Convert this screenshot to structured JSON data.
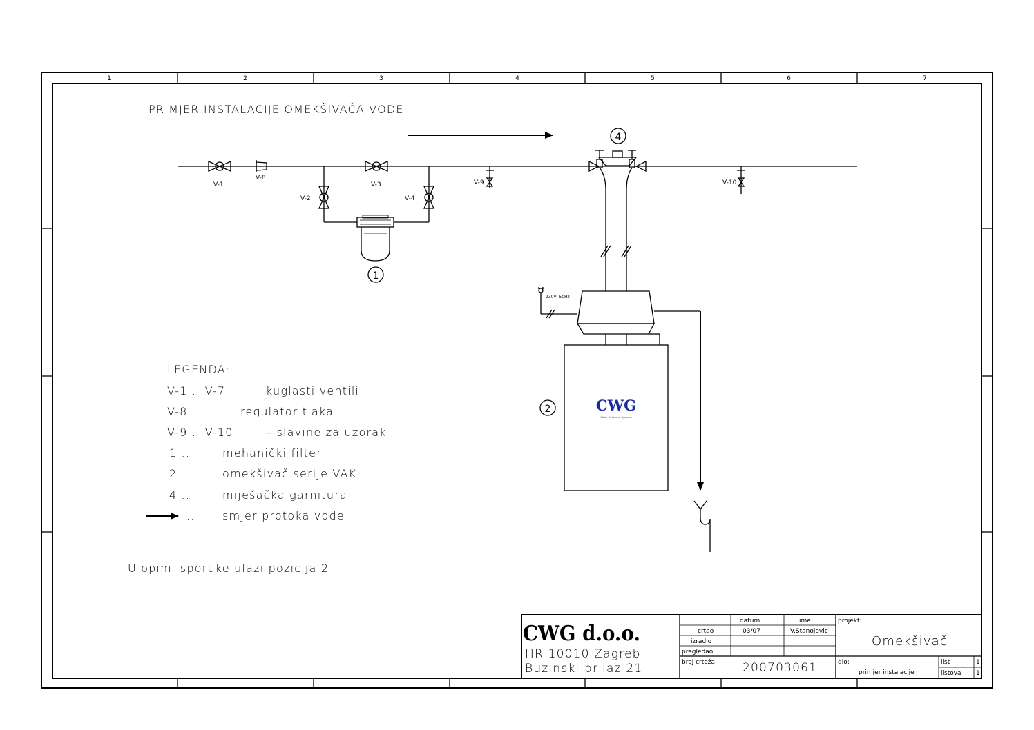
{
  "frame": {
    "column_numbers": [
      "1",
      "2",
      "3",
      "4",
      "5",
      "6",
      "7"
    ]
  },
  "drawing": {
    "title": "PRIMJER INSTALACIJE OMEKŠIVAČA VODE",
    "valves": {
      "v1": "V-1",
      "v8": "V-8",
      "v3": "V-3",
      "v2": "V-2",
      "v4": "V-4",
      "v9": "V-9",
      "v10": "V-10"
    },
    "positions": {
      "p1": "1",
      "p2": "2",
      "p4": "4"
    },
    "power_label": "230V, 50Hz",
    "unit_logo": "CWG",
    "unit_sublabel": "Water Treatment Systems"
  },
  "legend": {
    "title": "LEGENDA:",
    "rows": [
      {
        "key": "V-1 .. V-7",
        "desc": "kuglasti ventili"
      },
      {
        "key": "V-8 ..",
        "desc": "regulator tlaka"
      },
      {
        "key": "V-9 .. V-10",
        "desc": "– slavine za uzorak"
      },
      {
        "key": "1 ..",
        "desc": "mehanički filter"
      },
      {
        "key": "2 ..",
        "desc": "omekšivač serije VAK"
      },
      {
        "key": "4 ..",
        "desc": "miješačka garnitura"
      },
      {
        "key": "..",
        "desc": "smjer protoka vode"
      }
    ]
  },
  "note": "U opim isporuke ulazi pozicija 2",
  "title_block": {
    "company": "CWG d.o.o.",
    "address_line1": "HR   10010 Zagreb",
    "address_line2": "Buzinski prilaz 21",
    "col_datum": "datum",
    "col_ime": "ime",
    "row_crtao": "crtao",
    "row_izradio": "izradio",
    "row_pregledao": "pregledao",
    "row_broj_crteza": "broj crteža",
    "crtao_datum": "03/07",
    "crtao_ime": "V.Stanojevic",
    "drawing_number": "200703061",
    "projekt_label": "projekt:",
    "projekt_value": "Omekšivač",
    "dio_label": "dio:",
    "dio_value": "primjer instalacije",
    "list_label": "list",
    "list_value": "1",
    "listova_label": "listova",
    "listova_value": "1"
  }
}
